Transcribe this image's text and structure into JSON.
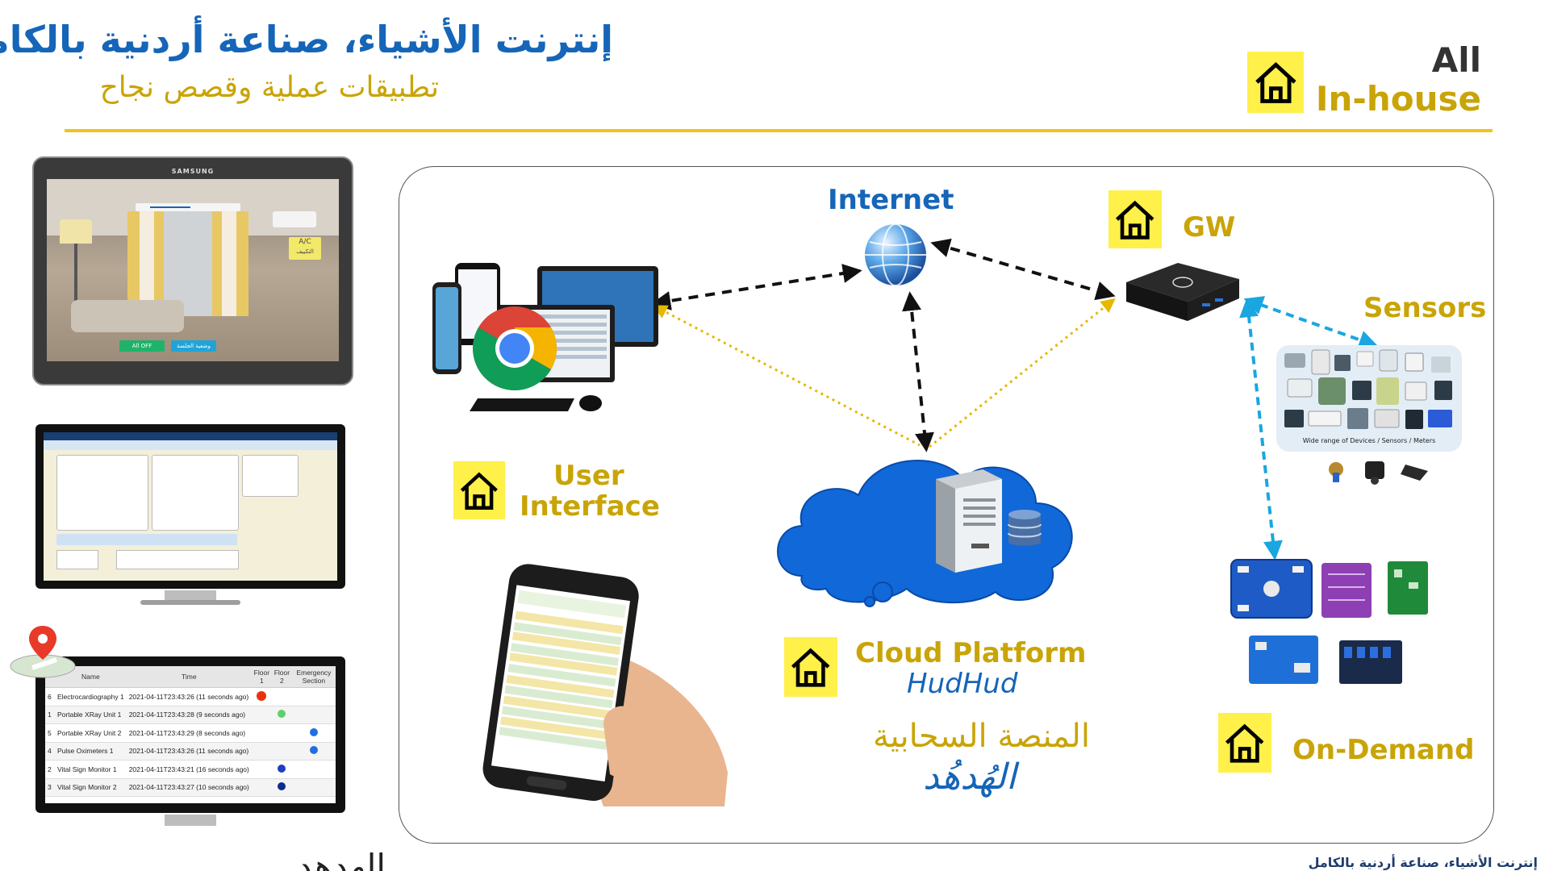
{
  "header": {
    "title_ar": "إنترنت الأشياء، صناعة أردنية بالكامل",
    "subtitle_ar": "تطبيقات عملية وقصص نجاح",
    "all": "All",
    "in_house": "In-house"
  },
  "diagram": {
    "internet": "Internet",
    "gw": "GW",
    "sensors": "Sensors",
    "user_interface_line1": "User",
    "user_interface_line2": "Interface",
    "cloud_platform": "Cloud Platform",
    "hudhud": "HudHud",
    "cloud_platform_ar": "المنصة السحابية",
    "hudhud_ar": "الهُدهُد",
    "on_demand": "On-Demand",
    "sensors_caption": "Wide range of Devices / Sensors / Meters"
  },
  "tablet": {
    "brand": "SAMSUNG",
    "ac_label": "A/C",
    "ac_label_ar": "التكييف",
    "btn_all_off": "All OFF",
    "btn_mode": "وضعية الجلسة"
  },
  "emergency_table": {
    "headers": [
      "",
      "Name",
      "Time",
      "Floor 1",
      "Floor 2",
      "Emergency Section"
    ],
    "rows": [
      {
        "id": "6",
        "name": "Electrocardiography 1",
        "time": "2021-04-11T23:43:26 (11 seconds ago)",
        "col": 0,
        "color": "#e8320c"
      },
      {
        "id": "1",
        "name": "Portable XRay Unit 1",
        "time": "2021-04-11T23:43:28 (9 seconds ago)",
        "col": 1,
        "color": "#5ed06a"
      },
      {
        "id": "5",
        "name": "Portable XRay Unit 2",
        "time": "2021-04-11T23:43:29 (8 seconds ago)",
        "col": 2,
        "color": "#1f6fe0"
      },
      {
        "id": "4",
        "name": "Pulse Oximeters 1",
        "time": "2021-04-11T23:43:26 (11 seconds ago)",
        "col": 2,
        "color": "#1f6fe0"
      },
      {
        "id": "2",
        "name": "Vital Sign Monitor 1",
        "time": "2021-04-11T23:43:21 (16 seconds ago)",
        "col": 1,
        "color": "#1f3fbf"
      },
      {
        "id": "3",
        "name": "Vital Sign Monitor 2",
        "time": "2021-04-11T23:43:27 (10 seconds ago)",
        "col": 1,
        "color": "#0f2b8c"
      }
    ]
  },
  "footer": {
    "title_ar": "إنترنت الأشياء، صناعة أردنية بالكامل",
    "partial_ar": "الهدهد"
  },
  "colors": {
    "brand_blue": "#1565b8",
    "brand_gold": "#c9a406",
    "house_bg": "#fff04a",
    "rule": "#f2c318",
    "link_black": "#111111",
    "link_gold": "#e6b800",
    "link_cyan": "#1aa6e0"
  },
  "icons": [
    "house-icon",
    "globe-icon",
    "gateway-icon",
    "chrome-icon",
    "server-icon",
    "database-icon",
    "cloud-icon",
    "smartphone-icon",
    "map-pin-icon"
  ]
}
